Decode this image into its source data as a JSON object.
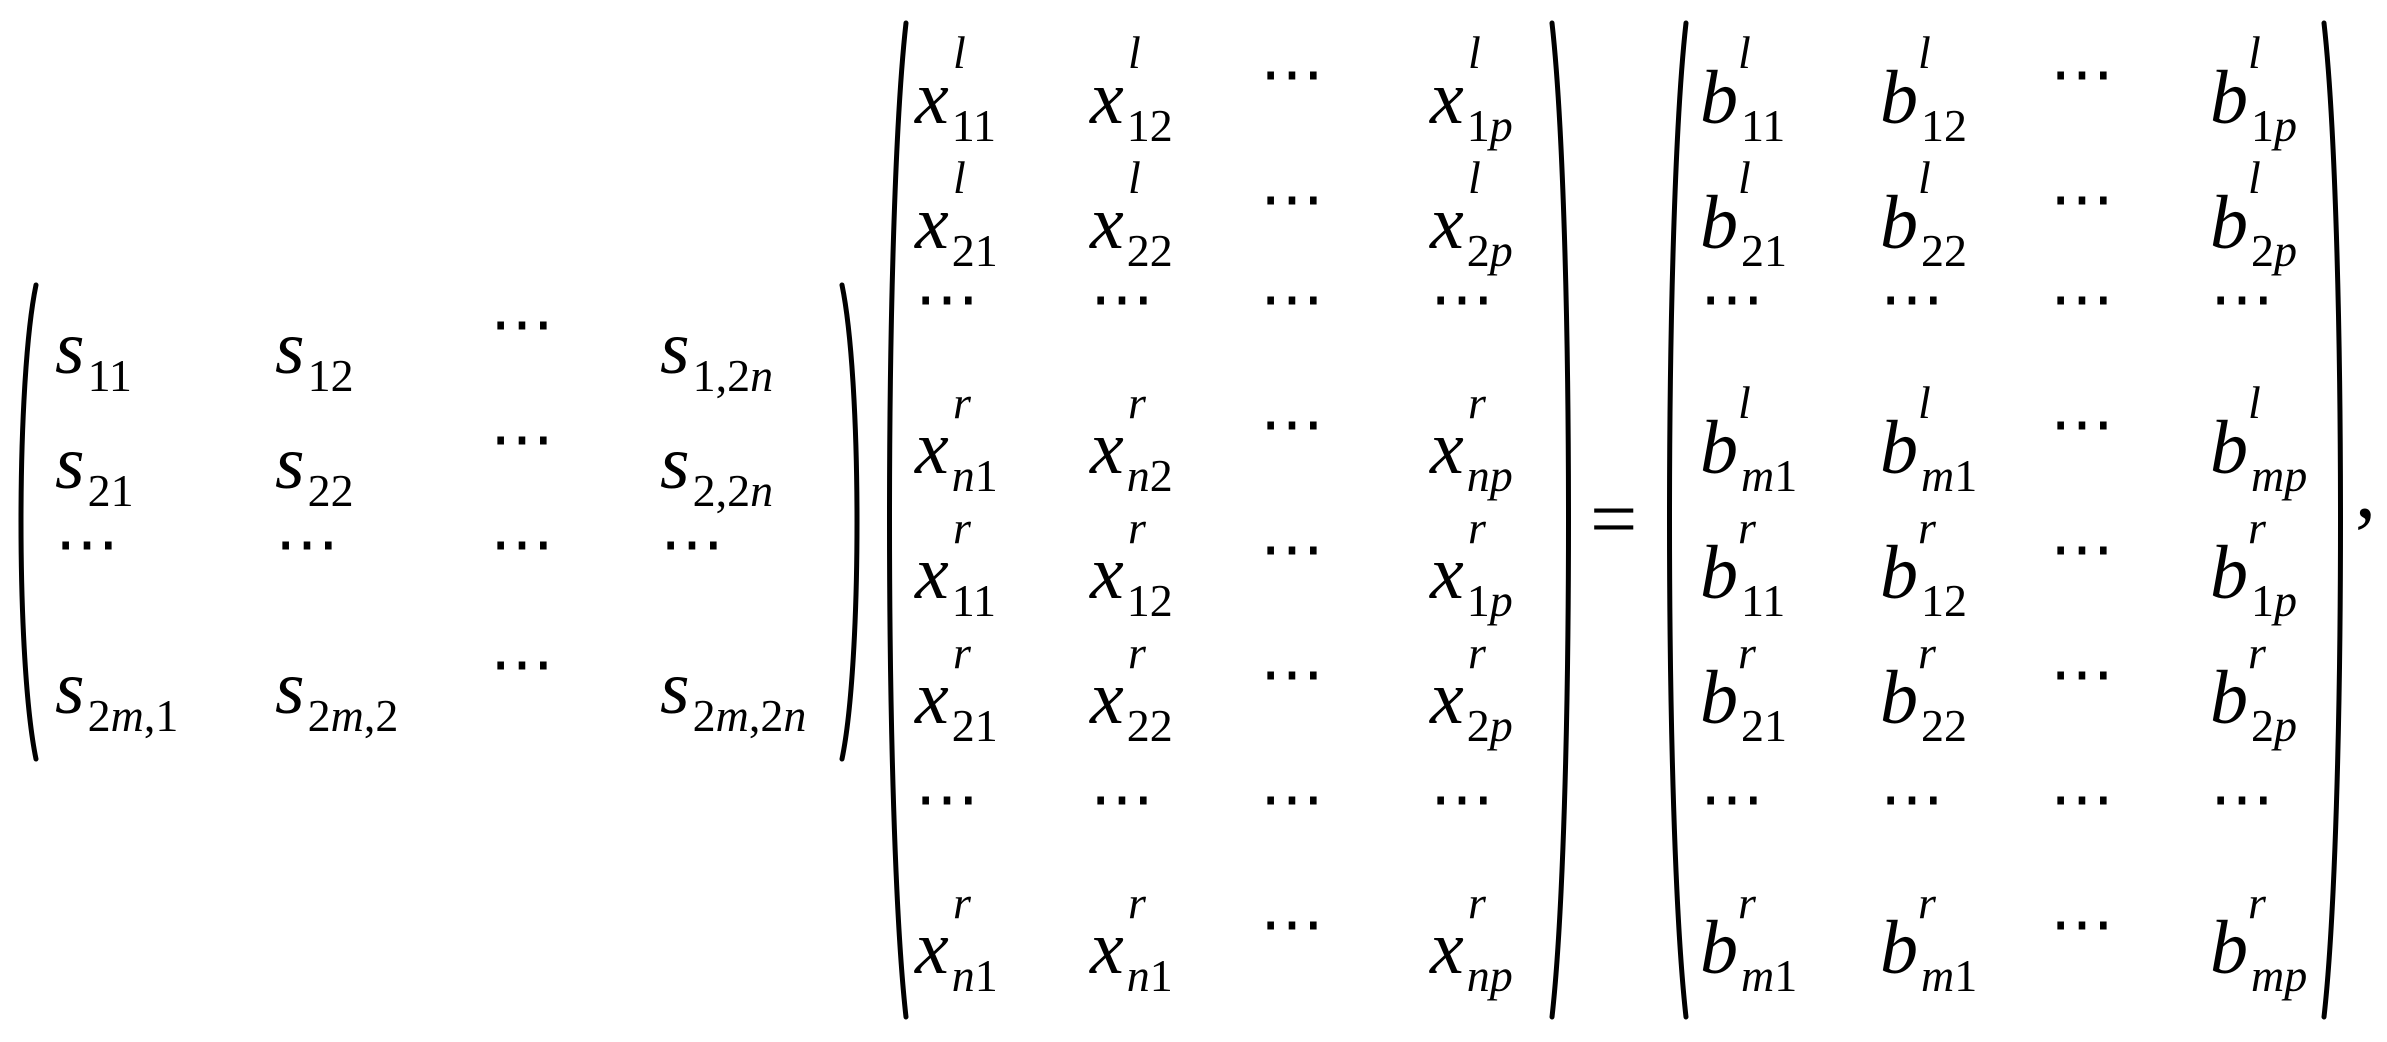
{
  "equation": {
    "equals_sign": "=",
    "trailing_punctuation": ",",
    "matrix_S": {
      "rows": [
        [
          {
            "base": "s",
            "sub": "11"
          },
          {
            "base": "s",
            "sub": "12"
          },
          {
            "ellipsis": "⋯"
          },
          {
            "base": "s",
            "sub": "1,2n"
          }
        ],
        [
          {
            "base": "s",
            "sub": "21"
          },
          {
            "base": "s",
            "sub": "22"
          },
          {
            "ellipsis": "⋯"
          },
          {
            "base": "s",
            "sub": "2,2n"
          }
        ],
        [
          {
            "ellipsis": "⋯"
          },
          {
            "ellipsis": "⋯"
          },
          {
            "ellipsis": "⋯"
          },
          {
            "ellipsis": "⋯"
          }
        ],
        [
          {
            "base": "s",
            "sub": "2m,1"
          },
          {
            "base": "s",
            "sub": "2m,2"
          },
          {
            "ellipsis": "⋯"
          },
          {
            "base": "s",
            "sub": "2m,2n"
          }
        ]
      ]
    },
    "matrix_X": {
      "rows": [
        [
          {
            "base": "x",
            "sup": "l",
            "sub": "11"
          },
          {
            "base": "x",
            "sup": "l",
            "sub": "12"
          },
          {
            "ellipsis": "⋯"
          },
          {
            "base": "x",
            "sup": "l",
            "sub": "1p"
          }
        ],
        [
          {
            "base": "x",
            "sup": "l",
            "sub": "21"
          },
          {
            "base": "x",
            "sup": "l",
            "sub": "22"
          },
          {
            "ellipsis": "⋯"
          },
          {
            "base": "x",
            "sup": "l",
            "sub": "2p"
          }
        ],
        [
          {
            "ellipsis": "⋯"
          },
          {
            "ellipsis": "⋯"
          },
          {
            "ellipsis": "⋯"
          },
          {
            "ellipsis": "⋯"
          }
        ],
        [
          {
            "base": "x",
            "sup": "r",
            "sub": "n1"
          },
          {
            "base": "x",
            "sup": "r",
            "sub": "n2"
          },
          {
            "ellipsis": "⋯"
          },
          {
            "base": "x",
            "sup": "r",
            "sub": "np"
          }
        ],
        [
          {
            "base": "x",
            "sup": "r",
            "sub": "11"
          },
          {
            "base": "x",
            "sup": "r",
            "sub": "12"
          },
          {
            "ellipsis": "⋯"
          },
          {
            "base": "x",
            "sup": "r",
            "sub": "1p"
          }
        ],
        [
          {
            "base": "x",
            "sup": "r",
            "sub": "21"
          },
          {
            "base": "x",
            "sup": "r",
            "sub": "22"
          },
          {
            "ellipsis": "⋯"
          },
          {
            "base": "x",
            "sup": "r",
            "sub": "2p"
          }
        ],
        [
          {
            "ellipsis": "⋯"
          },
          {
            "ellipsis": "⋯"
          },
          {
            "ellipsis": "⋯"
          },
          {
            "ellipsis": "⋯"
          }
        ],
        [
          {
            "base": "x",
            "sup": "r",
            "sub": "n1"
          },
          {
            "base": "x",
            "sup": "r",
            "sub": "n1"
          },
          {
            "ellipsis": "⋯"
          },
          {
            "base": "x",
            "sup": "r",
            "sub": "np"
          }
        ]
      ]
    },
    "matrix_B": {
      "rows": [
        [
          {
            "base": "b",
            "sup": "l",
            "sub": "11"
          },
          {
            "base": "b",
            "sup": "l",
            "sub": "12"
          },
          {
            "ellipsis": "⋯"
          },
          {
            "base": "b",
            "sup": "l",
            "sub": "1p"
          }
        ],
        [
          {
            "base": "b",
            "sup": "l",
            "sub": "21"
          },
          {
            "base": "b",
            "sup": "l",
            "sub": "22"
          },
          {
            "ellipsis": "⋯"
          },
          {
            "base": "b",
            "sup": "l",
            "sub": "2p"
          }
        ],
        [
          {
            "ellipsis": "⋯"
          },
          {
            "ellipsis": "⋯"
          },
          {
            "ellipsis": "⋯"
          },
          {
            "ellipsis": "⋯"
          }
        ],
        [
          {
            "base": "b",
            "sup": "l",
            "sub": "m1"
          },
          {
            "base": "b",
            "sup": "l",
            "sub": "m1"
          },
          {
            "ellipsis": "⋯"
          },
          {
            "base": "b",
            "sup": "l",
            "sub": "mp"
          }
        ],
        [
          {
            "base": "b",
            "sup": "r",
            "sub": "11"
          },
          {
            "base": "b",
            "sup": "r",
            "sub": "12"
          },
          {
            "ellipsis": "⋯"
          },
          {
            "base": "b",
            "sup": "r",
            "sub": "1p"
          }
        ],
        [
          {
            "base": "b",
            "sup": "r",
            "sub": "21"
          },
          {
            "base": "b",
            "sup": "r",
            "sub": "22"
          },
          {
            "ellipsis": "⋯"
          },
          {
            "base": "b",
            "sup": "r",
            "sub": "2p"
          }
        ],
        [
          {
            "ellipsis": "⋯"
          },
          {
            "ellipsis": "⋯"
          },
          {
            "ellipsis": "⋯"
          },
          {
            "ellipsis": "⋯"
          }
        ],
        [
          {
            "base": "b",
            "sup": "r",
            "sub": "m1"
          },
          {
            "base": "b",
            "sup": "r",
            "sub": "m1"
          },
          {
            "ellipsis": "⋯"
          },
          {
            "base": "b",
            "sup": "r",
            "sub": "mp"
          }
        ]
      ]
    }
  }
}
